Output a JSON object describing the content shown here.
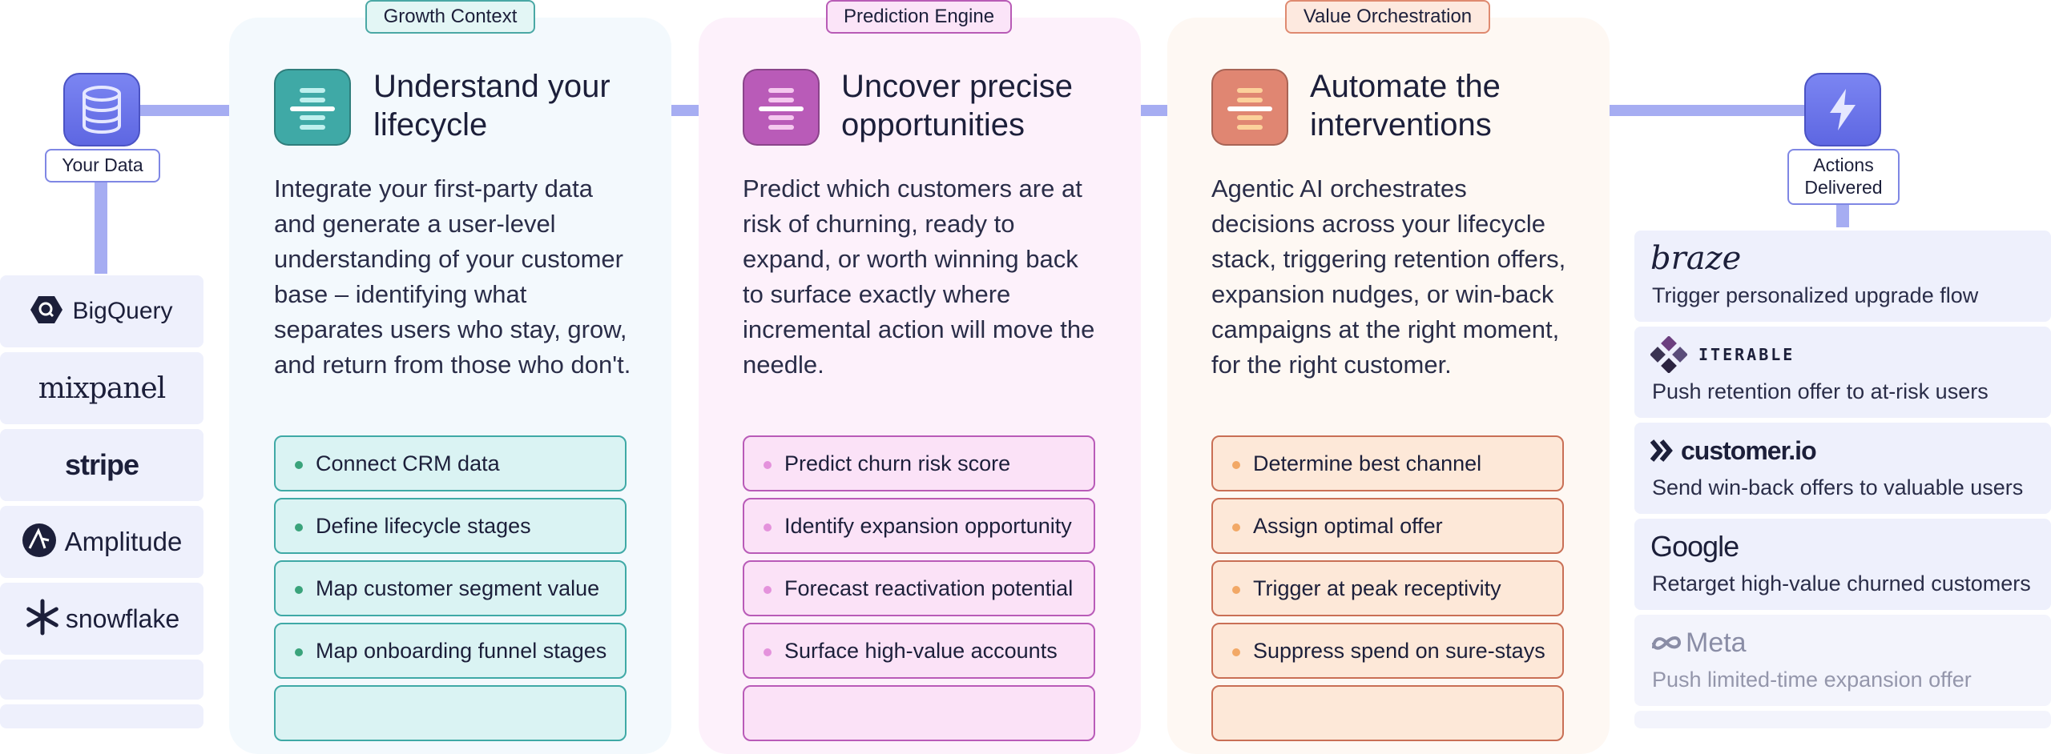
{
  "source_node": {
    "label": "Your Data"
  },
  "sources": [
    "BigQuery",
    "mixpanel",
    "stripe",
    "Amplitude",
    "snowflake"
  ],
  "columns": [
    {
      "tag": "Growth Context",
      "title_line1": "Understand your",
      "title_line2": "lifecycle",
      "description": "Integrate your first-party data and generate a user-level understanding of your customer base – identifying what separates users who stay, grow, and return from those who don't.",
      "steps": [
        "Connect CRM data",
        "Define lifecycle stages",
        "Map customer segment value",
        "Map onboarding funnel stages"
      ]
    },
    {
      "tag": "Prediction Engine",
      "title_line1": "Uncover precise",
      "title_line2": "opportunities",
      "description": "Predict which customers are at risk of churning, ready to expand, or worth winning back to surface exactly where incremental action will move the needle.",
      "steps": [
        "Predict churn risk score",
        "Identify expansion opportunity",
        "Forecast reactivation potential",
        "Surface high-value accounts"
      ]
    },
    {
      "tag": "Value Orchestration",
      "title_line1": "Automate the",
      "title_line2": "interventions",
      "description": "Agentic AI orchestrates decisions across your lifecycle stack, triggering retention offers, expansion nudges, or win-back campaigns at the right moment, for the right customer.",
      "steps": [
        "Determine best channel",
        "Assign optimal offer",
        "Trigger at peak receptivity",
        "Suppress spend on sure-stays"
      ]
    }
  ],
  "actions_node": {
    "label_line1": "Actions",
    "label_line2": "Delivered"
  },
  "actions": [
    {
      "logo": "braze",
      "text": "Trigger personalized upgrade flow"
    },
    {
      "logo": "ITERABLE",
      "text": "Push retention offer to at-risk users"
    },
    {
      "logo": "customer.io",
      "text": "Send win-back offers to valuable users"
    },
    {
      "logo": "Google",
      "text": "Retarget high-value churned customers"
    },
    {
      "logo": "Meta",
      "text": "Push limited-time expansion offer"
    }
  ],
  "colors": {
    "connector": "#a6adf2",
    "growth_bg": "#f3f9fd",
    "growth_accent": "#3fa9a6",
    "prediction_bg": "#fdf1fb",
    "prediction_accent": "#b95bb8",
    "orchestration_bg": "#fef8f3",
    "orchestration_accent": "#e08672"
  }
}
